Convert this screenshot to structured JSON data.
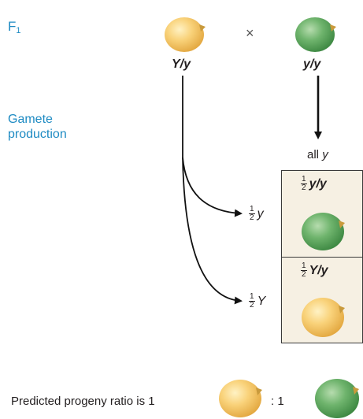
{
  "generation_label": "F",
  "generation_sub": "1",
  "gamete_label_line1": "Gamete",
  "gamete_label_line2": "production",
  "cross_symbol": "×",
  "parent1_genotype": "Y/y",
  "parent2_genotype": "y/y",
  "parent2_gametes": {
    "prefix": "all",
    "allele": "y"
  },
  "gamete_y": {
    "num": "1",
    "den": "2",
    "allele": "y"
  },
  "gamete_Y": {
    "num": "1",
    "den": "2",
    "allele": "Y"
  },
  "progeny_yy": {
    "num": "1",
    "den": "2",
    "genotype": "y/y"
  },
  "progeny_Yy": {
    "num": "1",
    "den": "2",
    "genotype": "Y/y"
  },
  "ratio_text": "Predicted progeny ratio is 1",
  "ratio_sep": ": 1",
  "colors": {
    "yellow_pea": "#f7c862",
    "green_pea": "#5da75f",
    "label_blue": "#1e8bc3",
    "box_fill": "#f6f0e3"
  }
}
